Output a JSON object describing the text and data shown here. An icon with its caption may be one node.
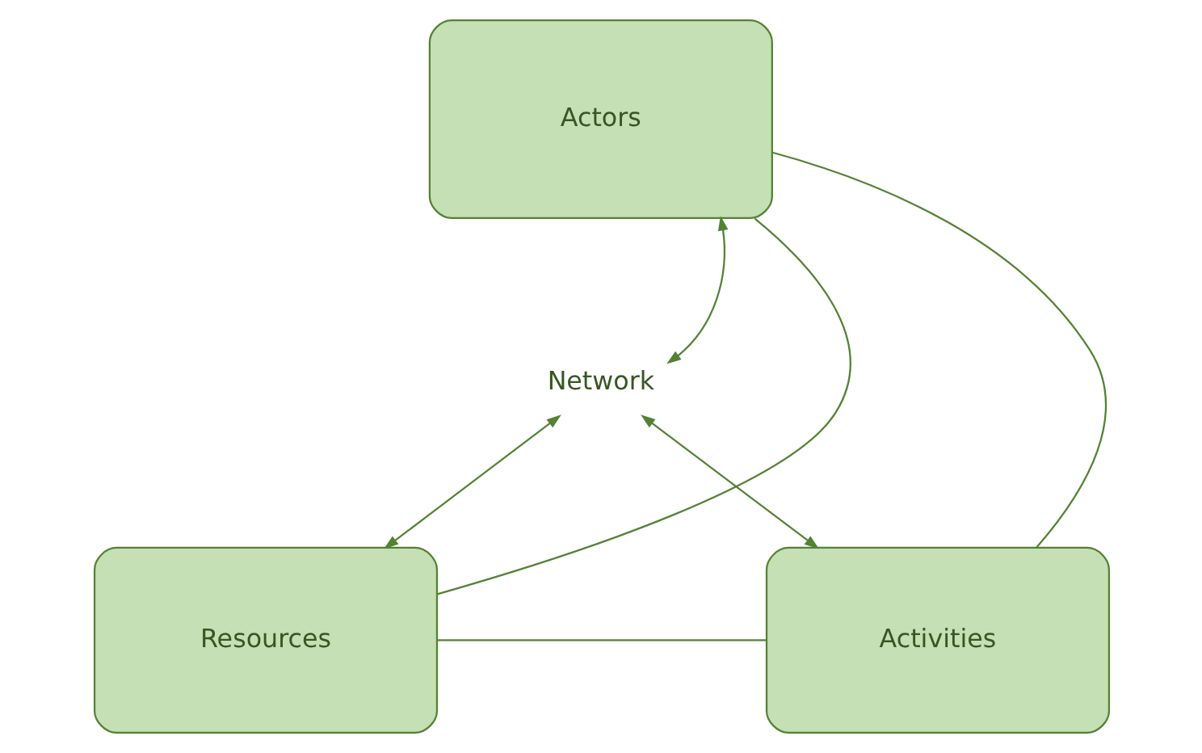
{
  "diagram": {
    "nodes": [
      {
        "text": [
          "Actors"
        ]
      },
      {
        "text": [
          "Network"
        ]
      },
      {
        "text": [
          "Resources"
        ]
      },
      {
        "text": [
          "Activities"
        ]
      }
    ],
    "edges": [
      {
        "from": 0,
        "to": 2,
        "arrow": "none"
      },
      {
        "from": 0,
        "to": 3,
        "arrow": "none"
      },
      {
        "from": 2,
        "to": 3,
        "arrow": "none"
      },
      {
        "from": 1,
        "to": 0,
        "arrow": "both"
      },
      {
        "from": 1,
        "to": 2,
        "arrow": "both"
      },
      {
        "from": 1,
        "to": 3,
        "arrow": "both"
      }
    ]
  }
}
